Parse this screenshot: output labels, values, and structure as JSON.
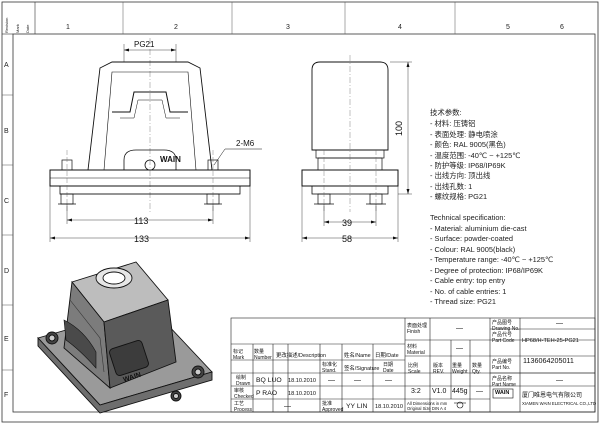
{
  "zones": {
    "top": [
      "1",
      "2",
      "3",
      "4",
      "5",
      "6"
    ],
    "left": [
      "A",
      "B",
      "C",
      "D",
      "E",
      "F"
    ]
  },
  "revision_tab": [
    "Revision",
    "Mark",
    "Date"
  ],
  "dimensions": {
    "thread": "PG21",
    "screw": "2-M6",
    "height": "100",
    "inner_width": "113",
    "overall_width": "133",
    "side_inner": "39",
    "side_outer": "58"
  },
  "brand_mark": "WAIN",
  "specs_cn": {
    "title": "技术参数:",
    "rows": [
      "- 材料: 压铸铝",
      "- 表面处理: 静电喷涂",
      "- 颜色: RAL 9005(黑色)",
      "- 温度范围: -40℃ ~ +125℃",
      "- 防护等级: IP68/IP69K",
      "- 出线方向: 顶出线",
      "- 出线孔数: 1",
      "- 螺纹规格: PG21"
    ]
  },
  "specs_en": {
    "title": "Technical specification:",
    "rows": [
      "- Material: aluminium die-cast",
      "- Surface: powder-coated",
      "- Colour: RAL 9005(black)",
      "- Temperature range: -40℃ ~ +125℃",
      "- Degree of protection: IP68/IP69K",
      "- Cable entry: top entry",
      "- No. of cable entries: 1",
      "- Thread size: PG21"
    ]
  },
  "title_block": {
    "finish_label": "表面处理",
    "finish_label_en": "Finish",
    "finish_value": "—",
    "drawing_no_label": "产品图号",
    "drawing_no_label_en": "Drawing No.",
    "drawing_no_value": "—",
    "material_label": "材料",
    "material_label_en": "Material",
    "material_value": "—",
    "part_code_label": "产品代号",
    "part_code_label_en": "Part Code",
    "part_code_value": "HP68/H-TEH-25-PG21",
    "part_no_label": "产品编号",
    "part_no_label_en": "Part No.",
    "part_no_value": "1136064205011",
    "part_name_label": "产品名称",
    "part_name_label_en": "Part Name",
    "part_name_value": "—",
    "hdr_mark": "标记",
    "hdr_mark_en": "Mark",
    "hdr_number": "数量",
    "hdr_number_en": "Number",
    "hdr_desc": "更改描述/Description",
    "hdr_name": "姓名/Name",
    "hdr_date": "日期/Date",
    "hdr_standard": "标准化",
    "hdr_standard_en": "Stand.",
    "hdr_signature": "签名/Signature",
    "hdr_sdate": "日期",
    "hdr_sdate_en": "Date",
    "drawn_label": "绘制",
    "drawn_label_en": "Drawn",
    "drawn_name": "BQ LUO",
    "drawn_date": "18.10.2010",
    "checked_label": "审核",
    "checked_label_en": "Checked",
    "checked_name": "P RAO",
    "checked_date": "18.10.2010",
    "process_label": "工艺",
    "process_label_en": "Process",
    "approved_label": "批准",
    "approved_label_en": "Approved",
    "approved_name": "YY LIN",
    "approved_date": "18.10.2010",
    "dash": "—",
    "scale_label": "比例",
    "scale_label_en": "Scale",
    "scale_value": "3:2",
    "rev_label": "版本",
    "rev_label_en": "REV.",
    "rev_value": "V1.0",
    "weight_label": "重量",
    "weight_label_en": "Weight",
    "weight_value": "445g",
    "qty_label": "数量",
    "qty_label_en": "Qty.",
    "qty_value": "—",
    "dims_note_1": "All Dimensions in mm",
    "dims_note_2": "Original Size DIN A 4",
    "company_logo": "WAIN",
    "company_cn": "厦门唯恩电气有限公司",
    "company_en": "XIAMEN WAIN ELECTRICAL CO.,LTD"
  }
}
